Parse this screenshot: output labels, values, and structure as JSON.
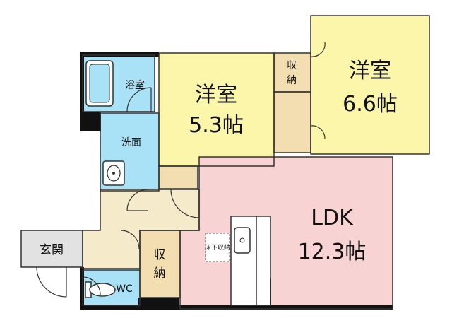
{
  "colors": {
    "bath": "#a9e2f7",
    "washroom": "#a9e2f7",
    "wc": "#a9e2f7",
    "western_room": "#fbf6a9",
    "ldk": "#f8d3d3",
    "storage": "#f2deb0",
    "corridor": "#f5ebcb",
    "entrance": "#e2e2e2",
    "wall": "#111111"
  },
  "rooms": {
    "bath": {
      "label": "浴室"
    },
    "washroom": {
      "label": "洗面"
    },
    "room_a": {
      "line1": "洋室",
      "line2": "5.3帖"
    },
    "room_b": {
      "line1": "洋室",
      "line2": "6.6帖"
    },
    "storage_top": {
      "line1": "収",
      "line2": "納"
    },
    "storage_mid": {
      "line1": "収",
      "line2": "納"
    },
    "ldk": {
      "line1": "LDK",
      "line2": "12.3帖"
    },
    "underfloor": {
      "label": "床下収納"
    },
    "entrance": {
      "label": "玄関"
    },
    "wc": {
      "label": "WC"
    }
  }
}
